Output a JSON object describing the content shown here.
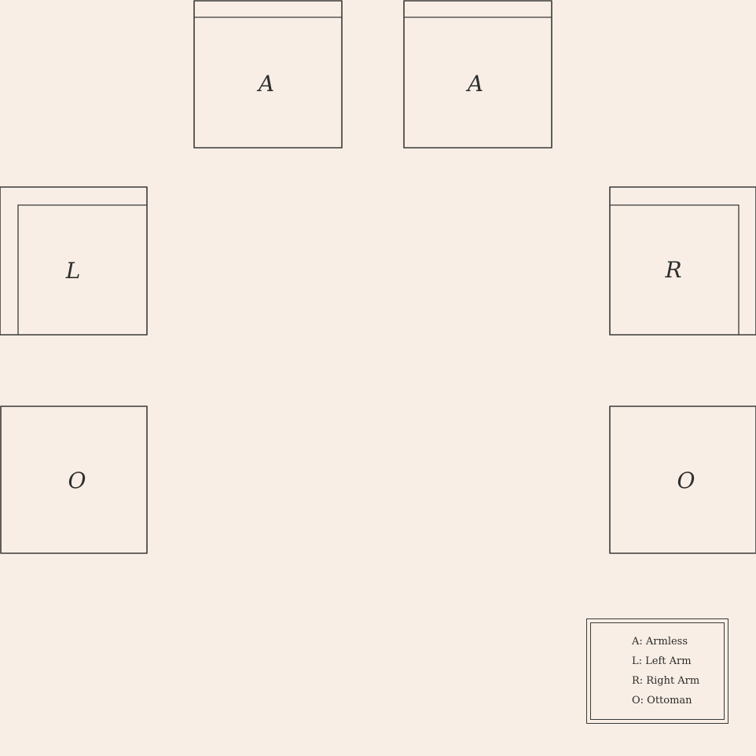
{
  "colors": {
    "background": "#f8eee5",
    "stroke": "#3a3a3a",
    "text": "#2e2e2e"
  },
  "pieces": [
    {
      "id": "armless-1",
      "label": "A",
      "type": "armless"
    },
    {
      "id": "armless-2",
      "label": "A",
      "type": "armless"
    },
    {
      "id": "left-arm",
      "label": "L",
      "type": "left-arm"
    },
    {
      "id": "right-arm",
      "label": "R",
      "type": "right-arm"
    },
    {
      "id": "ottoman-1",
      "label": "O",
      "type": "ottoman"
    },
    {
      "id": "ottoman-2",
      "label": "O",
      "type": "ottoman"
    }
  ],
  "legend": {
    "items": [
      "A: Armless",
      "L: Left Arm",
      "R: Right Arm",
      "O: Ottoman"
    ]
  }
}
